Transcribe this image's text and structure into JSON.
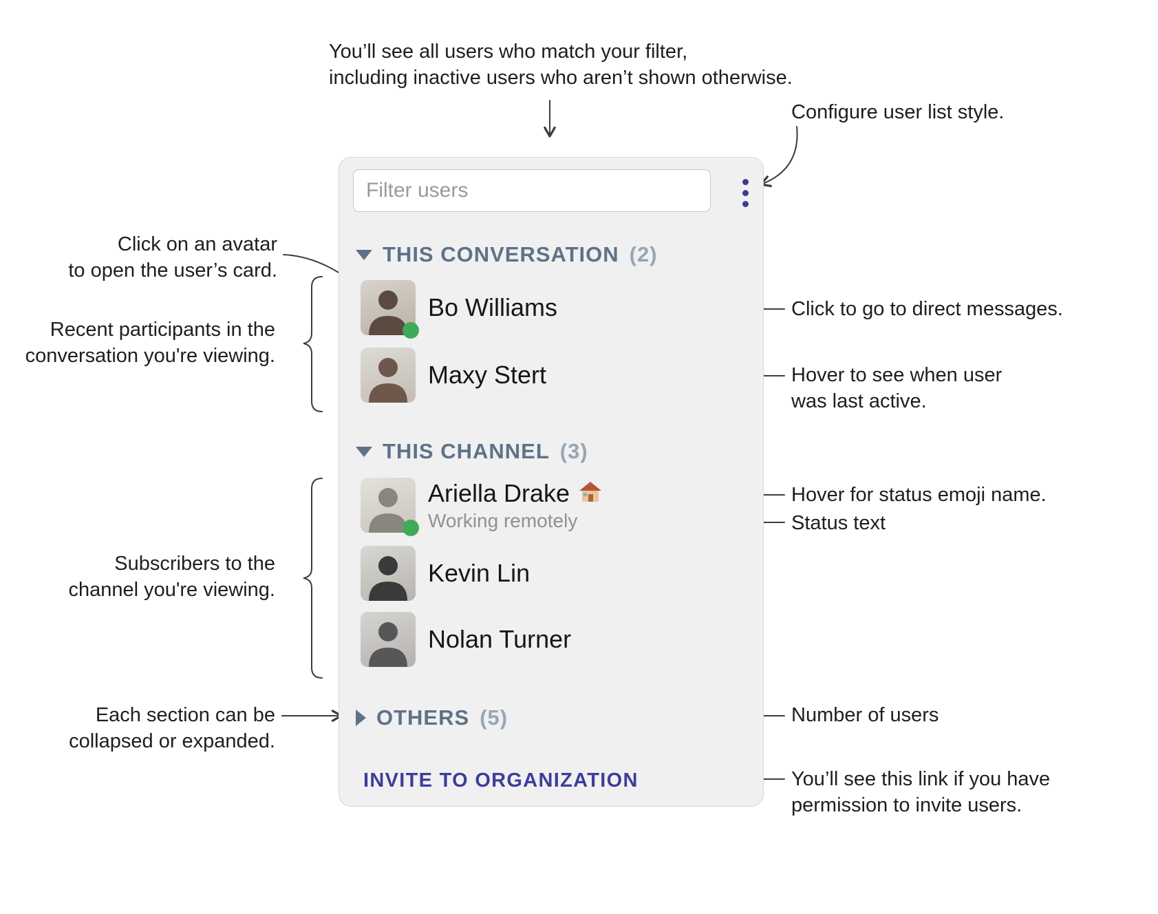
{
  "annotations": {
    "top": {
      "line1": "You’ll see all users who match your filter,",
      "line2": "including inactive users who aren’t shown otherwise."
    },
    "configure": "Configure user list style.",
    "avatar_click": {
      "line1": "Click on an avatar",
      "line2": "to open the user’s card."
    },
    "recent_participants": {
      "line1": "Recent participants in the",
      "line2": "conversation you're viewing."
    },
    "subscribers": {
      "line1": "Subscribers to the",
      "line2": "channel you're viewing."
    },
    "collapse": {
      "line1": "Each section can be",
      "line2": "collapsed or expanded."
    },
    "direct_messages": "Click to go to direct messages.",
    "last_active": {
      "line1": "Hover to see when user",
      "line2": "was last active."
    },
    "status_emoji": "Hover for status emoji name.",
    "status_text": "Status text",
    "number_of_users": "Number of users",
    "invite": {
      "line1": "You’ll see this link if you have",
      "line2": "permission to invite users."
    }
  },
  "panel": {
    "filter_placeholder": "Filter users",
    "menu_icon": "kebab-menu",
    "sections": [
      {
        "label": "THIS CONVERSATION",
        "count": "(2)",
        "collapsed": false,
        "users": [
          {
            "name": "Bo Williams",
            "online": true
          },
          {
            "name": "Maxy Stert",
            "online": false
          }
        ]
      },
      {
        "label": "THIS CHANNEL",
        "count": "(3)",
        "collapsed": false,
        "users": [
          {
            "name": "Ariella Drake",
            "status_emoji": "🏠",
            "status_text": "Working remotely",
            "online": true
          },
          {
            "name": "Kevin Lin",
            "online": false
          },
          {
            "name": "Nolan Turner",
            "online": false
          }
        ]
      },
      {
        "label": "OTHERS",
        "count": "(5)",
        "collapsed": true,
        "users": []
      }
    ],
    "invite_label": "INVITE TO ORGANIZATION"
  },
  "colors": {
    "accent_indigo": "#3c3e99",
    "section_header": "#5e7287",
    "section_count": "#97a5b4",
    "presence_green": "#3faa58",
    "status_gray": "#909090",
    "panel_bg": "#f0f0f1",
    "line_stroke": "#3c3c3c"
  }
}
